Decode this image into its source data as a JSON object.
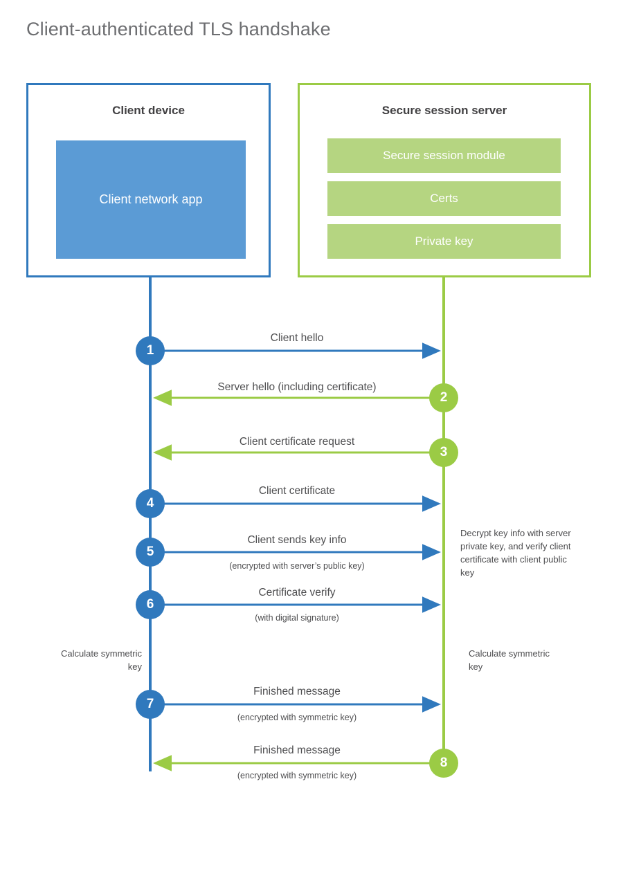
{
  "title": "Client-authenticated TLS handshake",
  "colors": {
    "blue": "#3079bd",
    "blue_fill": "#5b9bd5",
    "green": "#9bcb45",
    "green_fill": "#b5d581",
    "text": "#4d4d4f",
    "title_text": "#6d6e71"
  },
  "actors": {
    "client": {
      "title": "Client device",
      "components": [
        {
          "label": "Client network app"
        }
      ]
    },
    "server": {
      "title": "Secure session server",
      "components": [
        {
          "label": "Secure session module"
        },
        {
          "label": "Certs"
        },
        {
          "label": "Private key"
        }
      ]
    }
  },
  "steps": [
    {
      "number": "1",
      "label": "Client hello",
      "sublabel": "",
      "direction": "client-to-server",
      "color": "blue"
    },
    {
      "number": "2",
      "label": "Server hello (including certificate)",
      "sublabel": "",
      "direction": "server-to-client",
      "color": "green"
    },
    {
      "number": "3",
      "label": "Client certificate request",
      "sublabel": "",
      "direction": "server-to-client",
      "color": "green"
    },
    {
      "number": "4",
      "label": "Client certificate",
      "sublabel": "",
      "direction": "client-to-server",
      "color": "blue"
    },
    {
      "number": "5",
      "label": "Client sends key info",
      "sublabel": "(encrypted with server’s public key)",
      "direction": "client-to-server",
      "color": "blue"
    },
    {
      "number": "6",
      "label": "Certificate verify",
      "sublabel": "(with digital signature)",
      "direction": "client-to-server",
      "color": "blue"
    },
    {
      "number": "7",
      "label": "Finished message",
      "sublabel": "(encrypted with symmetric key)",
      "direction": "client-to-server",
      "color": "blue"
    },
    {
      "number": "8",
      "label": "Finished message",
      "sublabel": "(encrypted with symmetric key)",
      "direction": "server-to-client",
      "color": "green"
    }
  ],
  "notes": {
    "server_decrypt": "Decrypt key info with server private key, and verify client certificate with client public key",
    "client_calc": "Calculate symmetric key",
    "server_calc": "Calculate symmetric key"
  }
}
